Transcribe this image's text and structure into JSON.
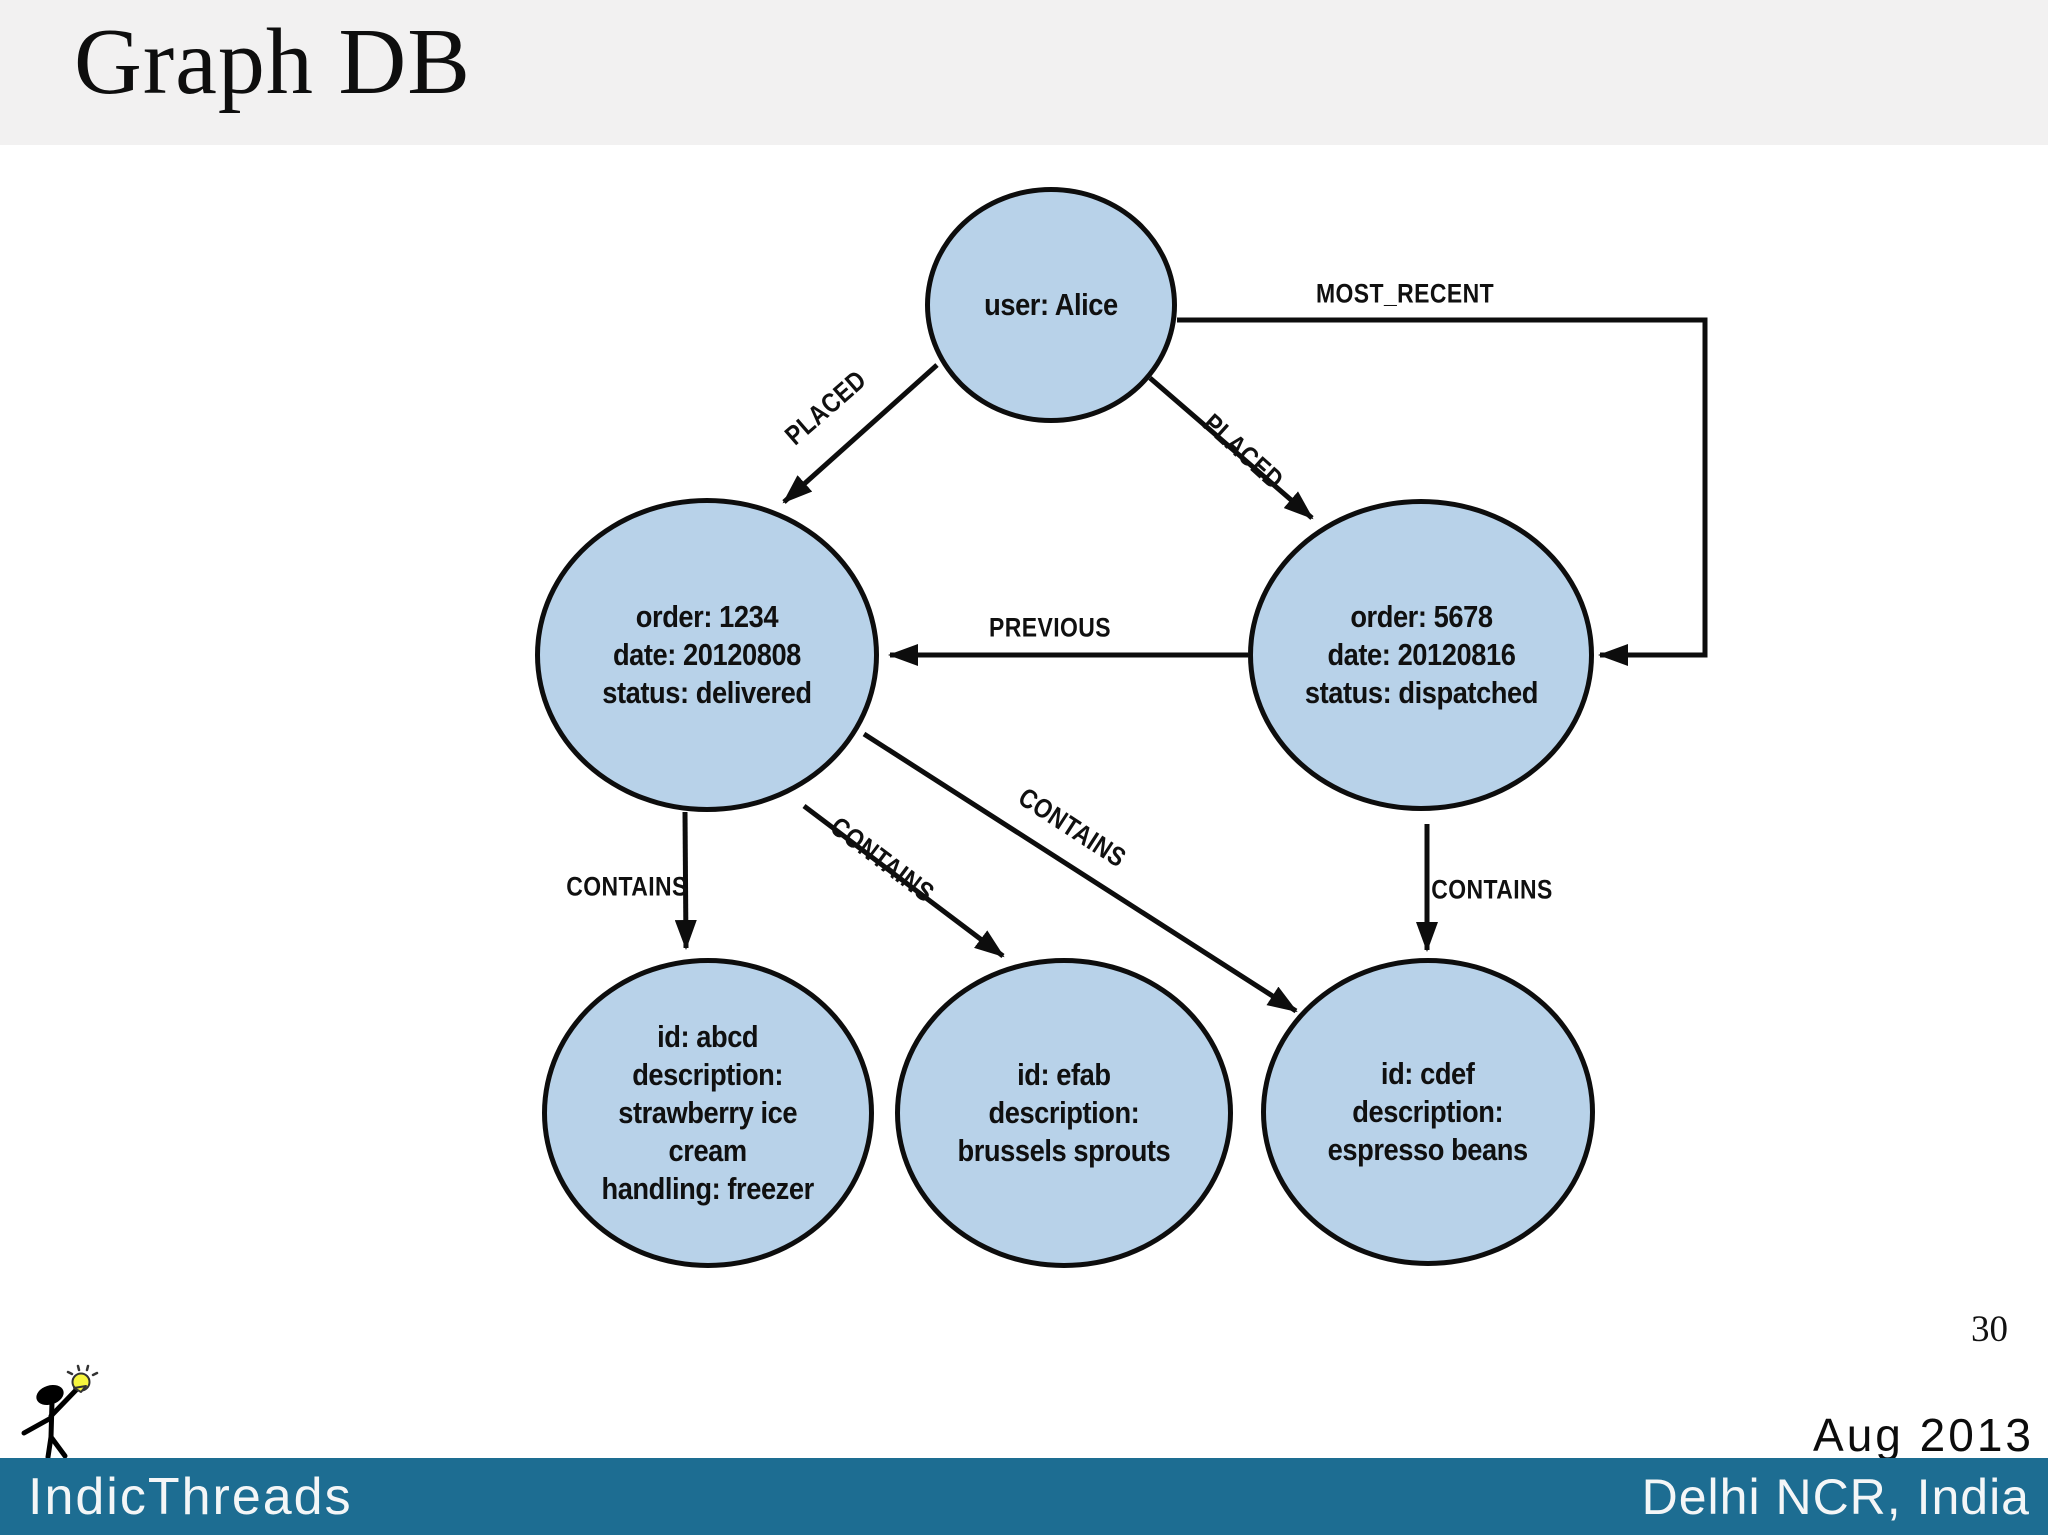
{
  "slide": {
    "title": "Graph DB",
    "page_number": "30",
    "footer": {
      "brand": "IndicThreads",
      "date": "Aug 2013",
      "location": "Delhi NCR, India",
      "bar_color": "#1d6d92"
    }
  },
  "diagram": {
    "node_fill": "#b8d2e9",
    "node_stroke": "#0d0d0d",
    "nodes": [
      {
        "id": "user-alice",
        "label": "user: Alice"
      },
      {
        "id": "order-1234",
        "label": "order: 1234\ndate: 20120808\nstatus: delivered"
      },
      {
        "id": "order-5678",
        "label": "order: 5678\ndate: 20120816\nstatus: dispatched"
      },
      {
        "id": "item-abcd",
        "label": "id: abcd\ndescription:\nstrawberry ice\ncream\nhandling: freezer"
      },
      {
        "id": "item-efab",
        "label": "id: efab\ndescription:\nbrussels sprouts"
      },
      {
        "id": "item-cdef",
        "label": "id: cdef\ndescription:\nespresso beans"
      }
    ],
    "edges": [
      {
        "from": "user-alice",
        "to": "order-1234",
        "label": "PLACED"
      },
      {
        "from": "user-alice",
        "to": "order-5678",
        "label": "PLACED"
      },
      {
        "from": "user-alice",
        "to": "order-5678",
        "label": "MOST_RECENT"
      },
      {
        "from": "order-5678",
        "to": "order-1234",
        "label": "PREVIOUS"
      },
      {
        "from": "order-1234",
        "to": "item-abcd",
        "label": "CONTAINS"
      },
      {
        "from": "order-1234",
        "to": "item-efab",
        "label": "CONTAINS"
      },
      {
        "from": "order-1234",
        "to": "item-cdef",
        "label": "CONTAINS"
      },
      {
        "from": "order-5678",
        "to": "item-cdef",
        "label": "CONTAINS"
      }
    ]
  }
}
